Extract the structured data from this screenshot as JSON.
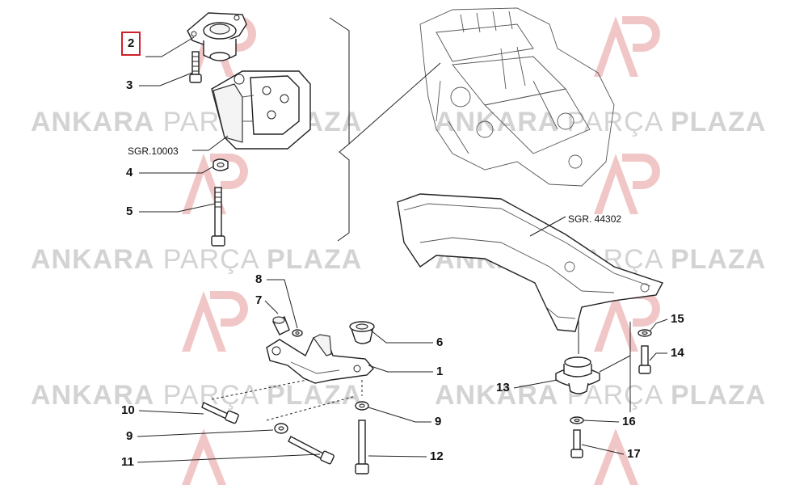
{
  "watermark": {
    "brand_left": "ANKARA",
    "brand_mid": "PARÇA",
    "brand_right": "PLAZA",
    "color": "#d3d3d3",
    "logo_color": "#f1c6c6"
  },
  "callouts": [
    {
      "id": "c2",
      "label": "2",
      "highlighted": true
    },
    {
      "id": "c3",
      "label": "3"
    },
    {
      "id": "sgr10003",
      "label": "SGR.10003"
    },
    {
      "id": "c4",
      "label": "4"
    },
    {
      "id": "c5",
      "label": "5"
    },
    {
      "id": "sgr44302",
      "label": "SGR. 44302"
    },
    {
      "id": "c8",
      "label": "8"
    },
    {
      "id": "c7",
      "label": "7"
    },
    {
      "id": "c6",
      "label": "6"
    },
    {
      "id": "c1",
      "label": "1"
    },
    {
      "id": "c15",
      "label": "15"
    },
    {
      "id": "c14",
      "label": "14"
    },
    {
      "id": "c13",
      "label": "13"
    },
    {
      "id": "c10",
      "label": "10"
    },
    {
      "id": "c9a",
      "label": "9"
    },
    {
      "id": "c9b",
      "label": "9"
    },
    {
      "id": "c16",
      "label": "16"
    },
    {
      "id": "c11",
      "label": "11"
    },
    {
      "id": "c12",
      "label": "12"
    },
    {
      "id": "c17",
      "label": "17"
    }
  ],
  "highlight_color": "#d0202a"
}
